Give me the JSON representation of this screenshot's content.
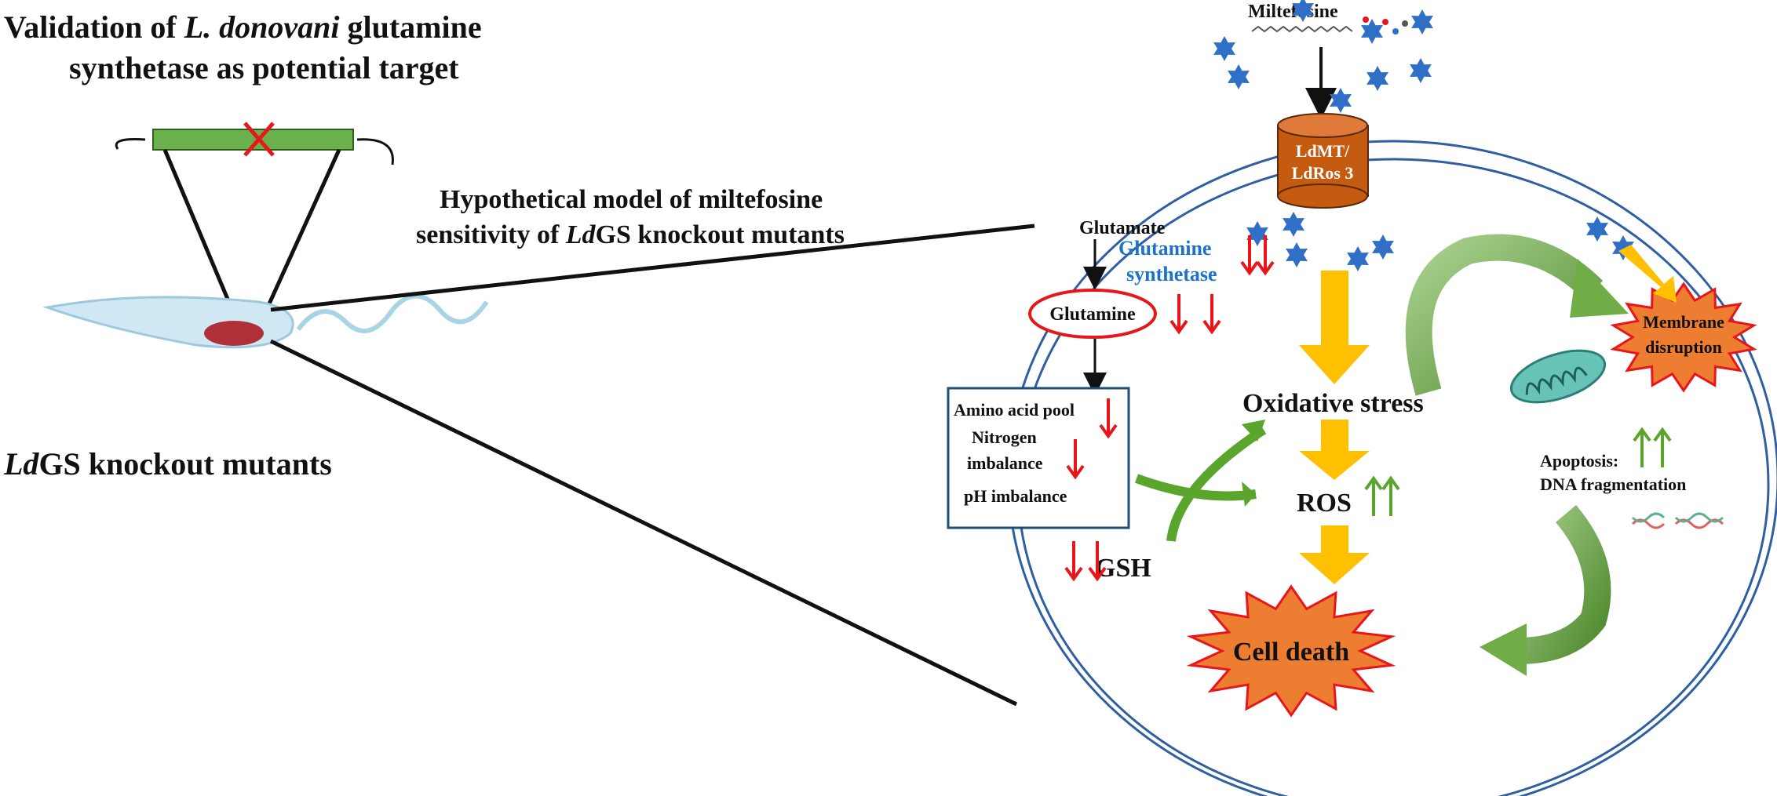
{
  "left": {
    "title_line1_a": "Validation of ",
    "title_line1_italic": "L. donovani",
    "title_line1_b": " glutamine",
    "title_line2": "synthetase as potential target",
    "mutants_italic": "Ld",
    "mutants_rest": "GS knockout mutants"
  },
  "model": {
    "line1": "Hypothetical model of miltefosine",
    "line2_a": "sensitivity of ",
    "line2_italic": "Ld",
    "line2_b": "GS knockout mutants"
  },
  "cell": {
    "drug": "Miltefosine",
    "transporter_line1": "LdMT/",
    "transporter_line2": "LdRos 3",
    "glutamate": "Glutamate",
    "enzyme_line1": "Glutamine",
    "enzyme_line2": "synthetase",
    "glutamine": "Glutamine",
    "box_line1": "Amino acid pool",
    "box_line2": "Nitrogen",
    "box_line3": "imbalance",
    "box_line4": "pH imbalance",
    "gsh": "GSH",
    "oxidative": "Oxidative stress",
    "ros": "ROS",
    "cell_death": "Cell death",
    "membrane_line1": "Membrane",
    "membrane_line2": "disruption",
    "apoptosis_line1": "Apoptosis:",
    "apoptosis_line2": "DNA fragmentation"
  },
  "colors": {
    "down_arrow": "#e8161b",
    "up_arrow": "#5aa52c",
    "flow_arrow": "#ffc000",
    "burst": "#ed7d31",
    "curve_arrow": "#70ad47",
    "enzyme_text": "#1a73c8",
    "cell_outline": "#2e5fa3",
    "drug_star": "#2f6fc6",
    "gene_bar": "#6ab04c"
  }
}
